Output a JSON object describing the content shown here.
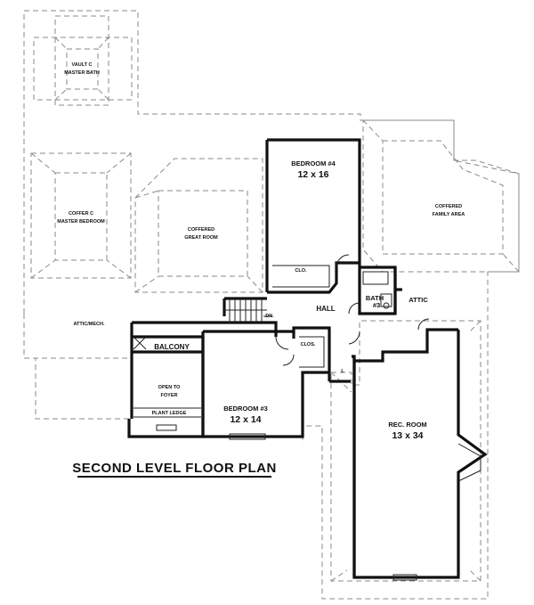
{
  "plan": {
    "title": "SECOND LEVEL FLOOR PLAN",
    "rooms": {
      "vault_master_bath": [
        "VAULT C",
        "MASTER BATH"
      ],
      "coffer_master_bedroom": [
        "COFFER C",
        "MASTER BEDROOM"
      ],
      "coffered_great_room": [
        "COFFERED",
        "GREAT ROOM"
      ],
      "coffered_family_area": [
        "COFFERED",
        "FAMILY AREA"
      ],
      "bedroom4": {
        "name": "BEDROOM #4",
        "size": "12 x 16"
      },
      "bedroom3": {
        "name": "BEDROOM #3",
        "size": "12 x 14"
      },
      "rec_room": {
        "name": "REC. ROOM",
        "size": "13 x 34"
      },
      "open_to_foyer": [
        "OPEN TO",
        "FOYER"
      ],
      "bath3": [
        "BATH",
        "#3"
      ]
    },
    "labels": {
      "attic_mech": "ATTIC/MECH.",
      "attic": "ATTIC",
      "hall": "HALL",
      "balcony": "BALCONY",
      "plant_ledge": "PLANT LEDGE",
      "clo_b4": "CLO.",
      "clos_b3": "CLOS.",
      "dn": "DN.",
      "linen": "L"
    }
  }
}
